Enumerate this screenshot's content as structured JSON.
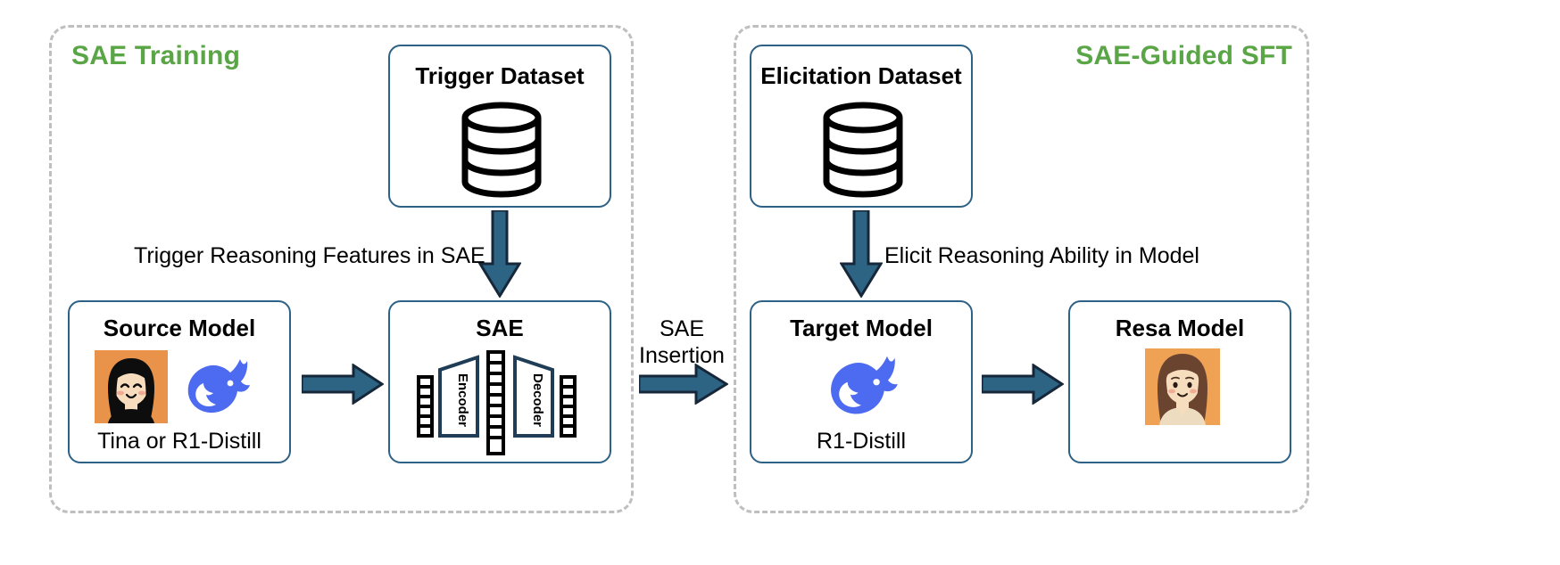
{
  "figure": {
    "title": "Resa SAE-guided pipeline diagram",
    "colors": {
      "group_title_green": "#5aa546",
      "box_border_blue": "#2e6186",
      "arrow_fill": "#2d6484",
      "arrow_outline": "#16273a",
      "avatar_orange": "#e8924a",
      "whale_blue": "#4d6bf0",
      "panel_dashed_gray": "#bfbfbf"
    }
  },
  "panels": [
    {
      "id": "sae-training",
      "label": "SAE Training",
      "title_align": "left"
    },
    {
      "id": "sae-guided-sft",
      "label": "SAE-Guided SFT",
      "title_align": "right"
    }
  ],
  "boxes": {
    "trigger_dataset": {
      "title": "Trigger Dataset",
      "icon": "database-icon"
    },
    "elicitation_dataset": {
      "title": "Elicitation Dataset",
      "icon": "database-icon"
    },
    "source_model": {
      "title": "Source Model",
      "subtitle": "Tina or R1-Distill",
      "icons": [
        "girl-avatar-icon",
        "deepseek-whale-icon"
      ]
    },
    "sae": {
      "title": "SAE",
      "encoder_label": "Encoder",
      "decoder_label": "Decoder"
    },
    "target_model": {
      "title": "Target Model",
      "subtitle": "R1-Distill",
      "icons": [
        "deepseek-whale-icon"
      ]
    },
    "resa_model": {
      "title": "Resa Model",
      "icons": [
        "woman-avatar-icon"
      ]
    }
  },
  "connectors": {
    "trigger_to_sae": {
      "label": "Trigger Reasoning Features in SAE",
      "direction": "down"
    },
    "source_to_sae": {
      "label": "",
      "direction": "right"
    },
    "sae_insertion": {
      "label_line1": "SAE",
      "label_line2": "Insertion",
      "direction": "right"
    },
    "elicitation_to_target": {
      "label": "Elicit Reasoning Ability in Model",
      "direction": "down"
    },
    "target_to_resa": {
      "label": "",
      "direction": "right"
    }
  }
}
